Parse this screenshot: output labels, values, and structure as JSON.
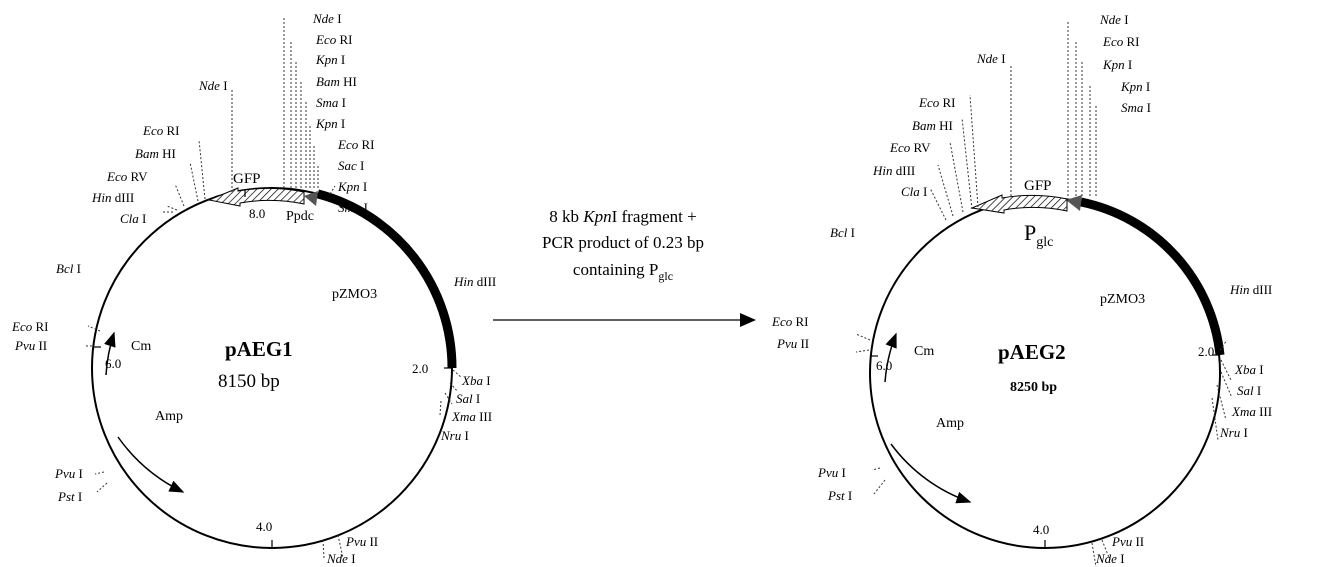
{
  "left_map": {
    "name": "pAEG1",
    "size": "8150 bp",
    "promoter": "Ppdc",
    "gfp": "GFP",
    "pzmo": "pZMO3",
    "cm": "Cm",
    "amp": "Amp",
    "ticks": [
      "8.0",
      "2.0",
      "6.0",
      "4.0"
    ],
    "sites": [
      {
        "it": "Nde",
        "rest": " I"
      },
      {
        "it": "Eco",
        "rest": " RI"
      },
      {
        "it": "Kpn",
        "rest": " I"
      },
      {
        "it": "Bam",
        "rest": " HI"
      },
      {
        "it": "Sma",
        "rest": " I"
      },
      {
        "it": "Kpn",
        "rest": " I"
      },
      {
        "it": "Eco",
        "rest": " RI"
      },
      {
        "it": "Sac",
        "rest": " I"
      },
      {
        "it": "Kpn",
        "rest": " I"
      },
      {
        "it": "Sma",
        "rest": " I"
      },
      {
        "it": "Nde",
        "rest": " I"
      },
      {
        "it": "Eco",
        "rest": " RI"
      },
      {
        "it": "Bam",
        "rest": " HI"
      },
      {
        "it": "Eco",
        "rest": " RV"
      },
      {
        "it": "Hin",
        "rest": " dIII"
      },
      {
        "it": "Cla",
        "rest": " I"
      },
      {
        "it": "Bcl",
        "rest": " I"
      },
      {
        "it": "Hin",
        "rest": " dIII"
      },
      {
        "it": "Eco",
        "rest": " RI"
      },
      {
        "it": "Pvu",
        "rest": " II"
      },
      {
        "it": "Xba",
        "rest": " I"
      },
      {
        "it": "Sal",
        "rest": " I"
      },
      {
        "it": "Xma",
        "rest": " III"
      },
      {
        "it": "Nru",
        "rest": " I"
      },
      {
        "it": "Pvu",
        "rest": " I"
      },
      {
        "it": "Pst",
        "rest": " I"
      },
      {
        "it": "Pvu",
        "rest": " II"
      },
      {
        "it": "Nde",
        "rest": " I"
      }
    ]
  },
  "right_map": {
    "name": "pAEG2",
    "size": "8250 bp",
    "promoter_base": "P",
    "promoter_sub": "glc",
    "gfp": "GFP",
    "pzmo": "pZMO3",
    "cm": "Cm",
    "amp": "Amp",
    "ticks": [
      "2.0",
      "6.0",
      "4.0"
    ],
    "sites": [
      {
        "it": "Nde",
        "rest": " I"
      },
      {
        "it": "Nde",
        "rest": " I"
      },
      {
        "it": "Eco",
        "rest": " RI"
      },
      {
        "it": "Kpn",
        "rest": " I"
      },
      {
        "it": "Kpn",
        "rest": " I"
      },
      {
        "it": "Sma",
        "rest": " I"
      },
      {
        "it": "Eco",
        "rest": " RI"
      },
      {
        "it": "Bam",
        "rest": " HI"
      },
      {
        "it": "Eco",
        "rest": " RV"
      },
      {
        "it": "Hin",
        "rest": " dIII"
      },
      {
        "it": "Cla",
        "rest": " I"
      },
      {
        "it": "Bcl",
        "rest": " I"
      },
      {
        "it": "Hin",
        "rest": " dIII"
      },
      {
        "it": "Eco",
        "rest": " RI"
      },
      {
        "it": "Pvu",
        "rest": " II"
      },
      {
        "it": "Xba",
        "rest": " I"
      },
      {
        "it": "Sal",
        "rest": " I"
      },
      {
        "it": "Xma",
        "rest": " III"
      },
      {
        "it": "Nru",
        "rest": " I"
      },
      {
        "it": "Pvu",
        "rest": " I"
      },
      {
        "it": "Pst",
        "rest": " I"
      },
      {
        "it": "Pvu",
        "rest": " II"
      },
      {
        "it": "Nde",
        "rest": " I"
      }
    ]
  },
  "arrow_text": {
    "line1_a": "8 kb ",
    "line1_it": "Kpn",
    "line1_b": "I fragment +",
    "line2": "PCR product of 0.23 bp",
    "line3_a": "containing P",
    "line3_sub": "glc"
  }
}
